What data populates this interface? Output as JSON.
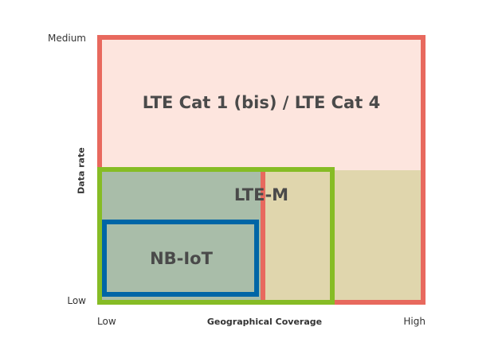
{
  "diagram": {
    "y_axis": {
      "title": "Data rate",
      "top_label": "Medium",
      "bottom_label": "Low"
    },
    "x_axis": {
      "title": "Geographical Coverage",
      "left_label": "Low",
      "right_label": "High"
    },
    "technologies": [
      {
        "label": "LTE Cat 1 (bis) / LTE Cat 4",
        "border_color": "#e8695e",
        "fill_color": "#fde5de"
      },
      {
        "label": "LTE-M",
        "border_color": "#86bc25",
        "fill_color": "#e0d6ad"
      },
      {
        "label": "NB-IoT",
        "border_color": "#0066a6",
        "fill_color": "#a9bda9"
      }
    ]
  }
}
